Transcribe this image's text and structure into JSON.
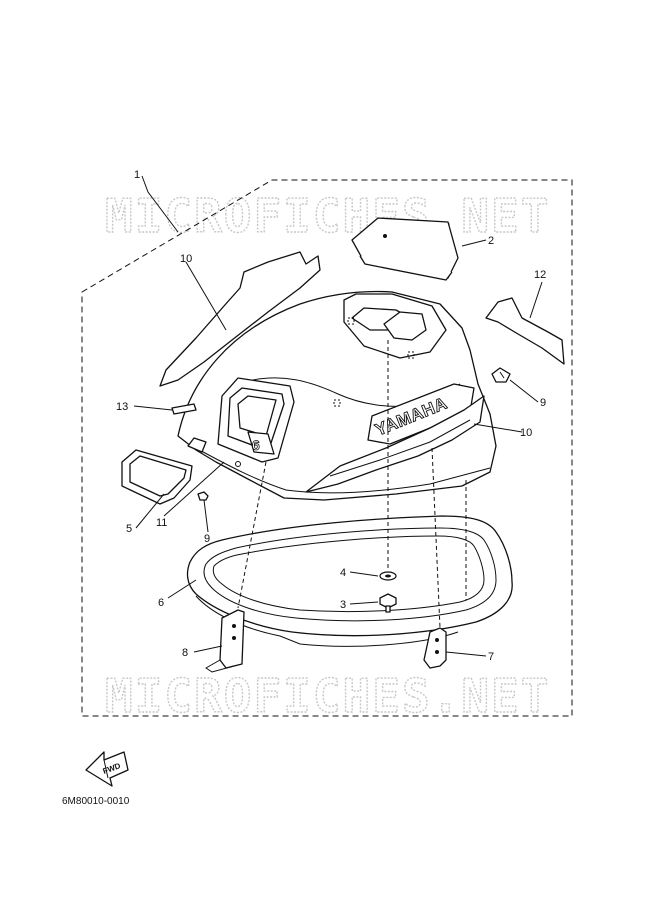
{
  "watermarks": [
    "MICROFICHES.NET",
    "MICROFICHES.NET"
  ],
  "brand_label": "YAMAHA",
  "engine_size_mark": "6",
  "fwd_label": "FWD",
  "diagram_code": "6M80010-0010",
  "callouts": {
    "c1": "1",
    "c2": "2",
    "c3": "3",
    "c4": "4",
    "c5": "5",
    "c6": "6",
    "c7": "7",
    "c8": "8",
    "c9a": "9",
    "c9b": "9",
    "c10a": "10",
    "c10b": "10",
    "c11": "11",
    "c12": "12",
    "c13": "13"
  }
}
